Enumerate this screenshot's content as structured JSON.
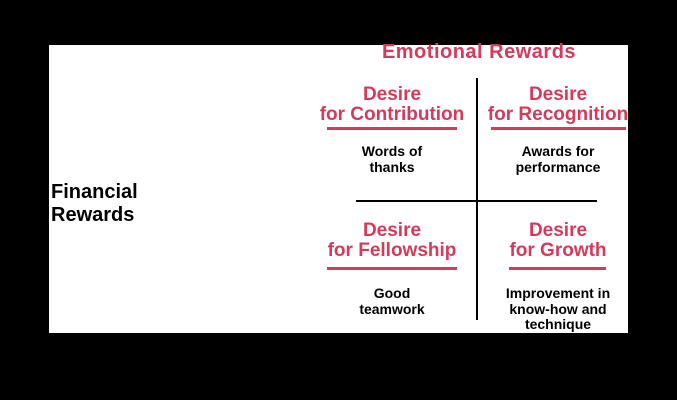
{
  "colors": {
    "accent": "#d53a5c",
    "ink": "#000000",
    "panel": "#ffffff",
    "backdrop": "#000000"
  },
  "title": {
    "text": "Emotional Rewards"
  },
  "y_axis": {
    "line1": "Financial",
    "line2": "Rewards"
  },
  "quadrants": {
    "top_left": {
      "title1": "Desire",
      "title2": "for Contribution",
      "caption1": "Words of",
      "caption2": "thanks"
    },
    "top_right": {
      "title1": "Desire",
      "title2": "for Recognition",
      "caption1": "Awards for",
      "caption2": "performance"
    },
    "bottom_left": {
      "title1": "Desire",
      "title2": "for Fellowship",
      "caption1": "Good",
      "caption2": "teamwork"
    },
    "bottom_right": {
      "title1": "Desire",
      "title2": "for Growth",
      "caption1": "Improvement in",
      "caption2": "know-how and",
      "caption3": "technique"
    }
  }
}
